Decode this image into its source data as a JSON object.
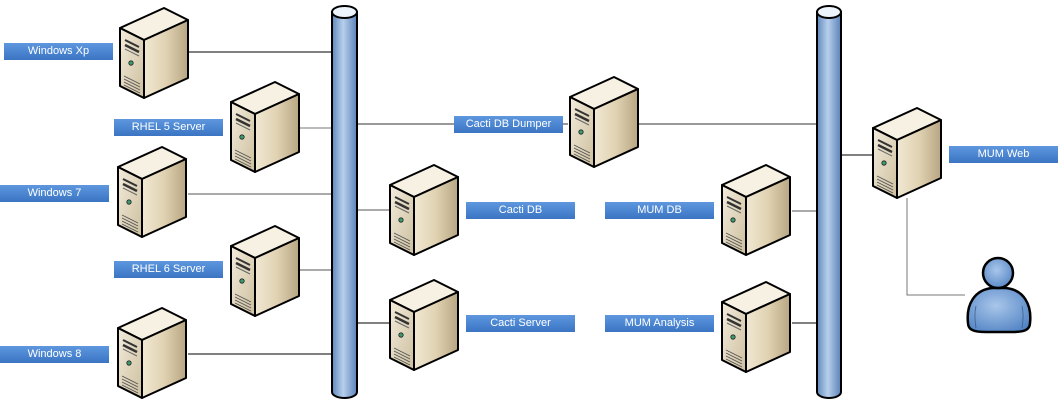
{
  "diagram": {
    "colors": {
      "label_bg": "#4a85d1",
      "label_text": "#ffffff",
      "pipe_fill": "#8fb3dc",
      "server_body": "#e3d7bd",
      "user_fill": "#6f9fd6",
      "connector": "#000000"
    },
    "buses": [
      {
        "id": "bus-left",
        "icon": "network-bus-pipe"
      },
      {
        "id": "bus-right",
        "icon": "network-bus-pipe"
      }
    ],
    "nodes": [
      {
        "id": "windows-xp",
        "label": "Windows Xp",
        "icon": "server-tower-icon",
        "bus": "left"
      },
      {
        "id": "rhel-5-server",
        "label": "RHEL 5 Server",
        "icon": "server-tower-icon",
        "bus": "left"
      },
      {
        "id": "windows-7",
        "label": "Windows 7",
        "icon": "server-tower-icon",
        "bus": "left"
      },
      {
        "id": "rhel-6-server",
        "label": "RHEL 6 Server",
        "icon": "server-tower-icon",
        "bus": "left"
      },
      {
        "id": "windows-8",
        "label": "Windows 8",
        "icon": "server-tower-icon",
        "bus": "left"
      },
      {
        "id": "cacti-db-dumper",
        "label": "Cacti DB Dumper",
        "icon": "server-tower-icon",
        "bus": "both"
      },
      {
        "id": "cacti-db",
        "label": "Cacti DB",
        "icon": "server-tower-icon",
        "bus": "left"
      },
      {
        "id": "cacti-server",
        "label": "Cacti Server",
        "icon": "server-tower-icon",
        "bus": "left"
      },
      {
        "id": "mum-db",
        "label": "MUM DB",
        "icon": "server-tower-icon",
        "bus": "right"
      },
      {
        "id": "mum-analysis",
        "label": "MUM Analysis",
        "icon": "server-tower-icon",
        "bus": "right"
      },
      {
        "id": "mum-web",
        "label": "MUM Web",
        "icon": "server-tower-icon",
        "bus": "right"
      }
    ],
    "user": {
      "id": "end-user",
      "icon": "user-icon",
      "connected_to": "mum-web"
    }
  }
}
